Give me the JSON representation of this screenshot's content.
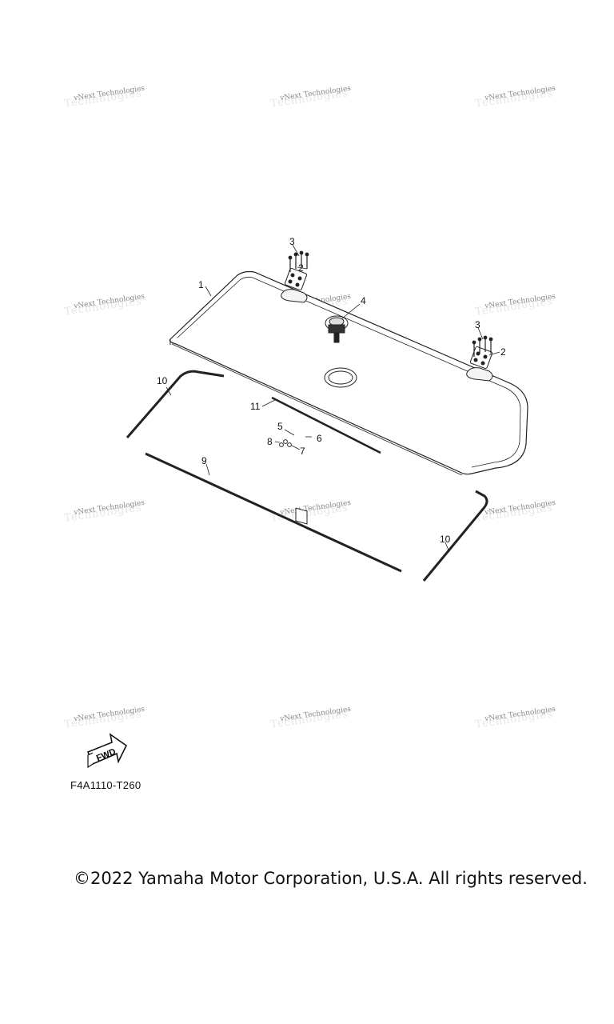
{
  "watermark": {
    "text": "vNext Technologies",
    "shadow_text": "Technologies"
  },
  "callouts": {
    "c1": "1",
    "c2a": "2",
    "c2b": "2",
    "c3a": "3",
    "c3b": "3",
    "c4": "4",
    "c5": "5",
    "c6": "6",
    "c7": "7",
    "c8": "8",
    "c9": "9",
    "c10a": "10",
    "c10b": "10",
    "c11": "11"
  },
  "fwd_label": "FWD",
  "diagram_code": "F4A1110-T260",
  "copyright": "©2022 Yamaha Motor Corporation, U.S.A. All rights reserved."
}
